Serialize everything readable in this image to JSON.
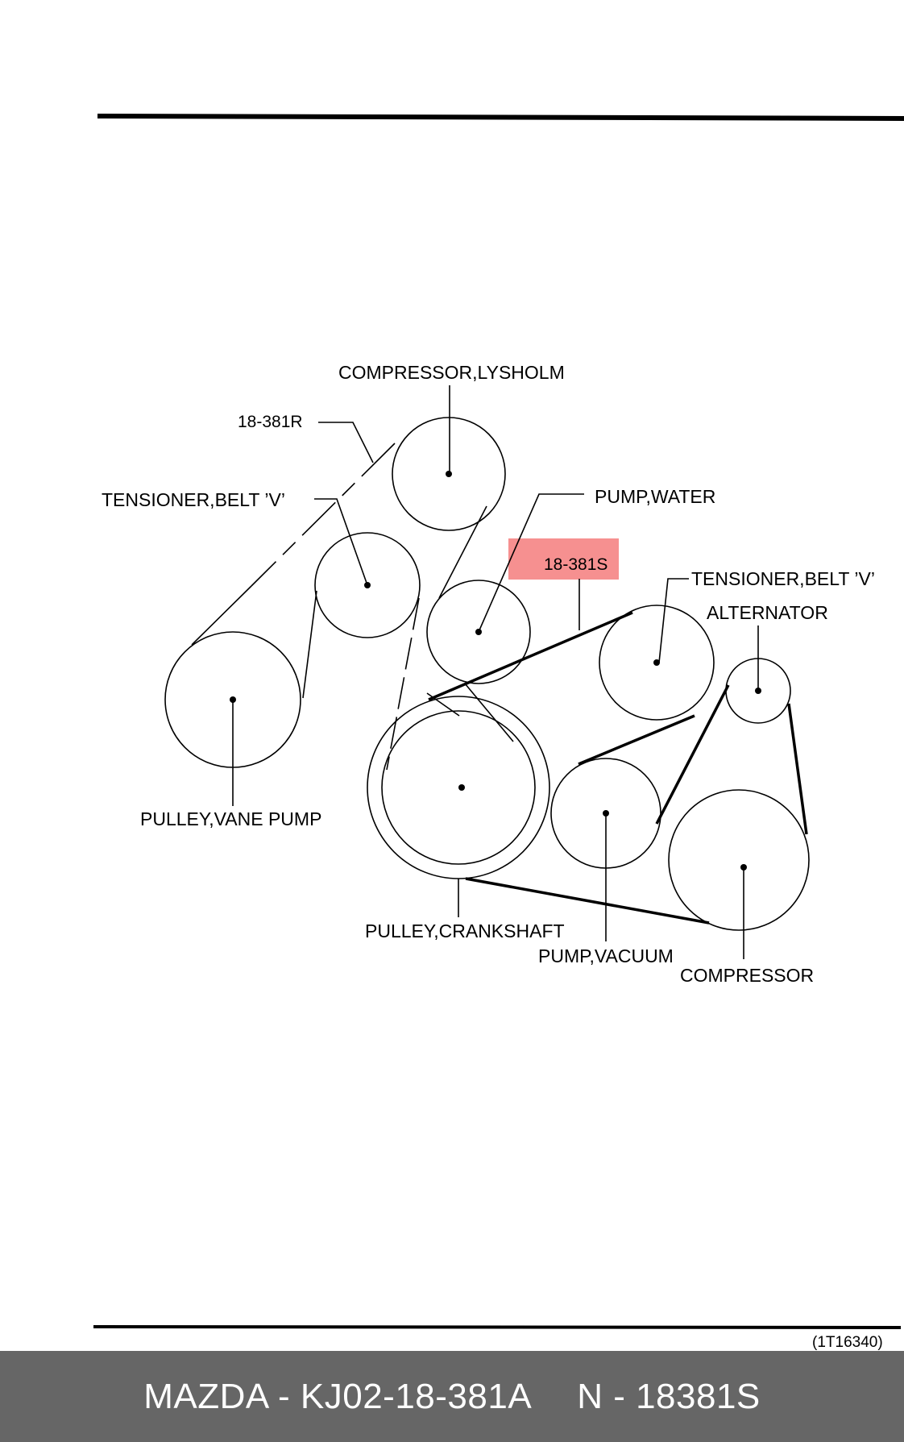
{
  "diagram": {
    "labels": {
      "compressor_lysholm": "COMPRESSOR,LYSHOLM",
      "tensioner_left": "TENSIONER,BELT ’V’",
      "pump_water": "PUMP,WATER",
      "tensioner_right": "TENSIONER,BELT ’V’",
      "alternator": "ALTERNATOR",
      "pulley_vane_pump": "PULLEY,VANE PUMP",
      "pulley_crankshaft": "PULLEY,CRANKSHAFT",
      "pump_vacuum": "PUMP,VACUUM",
      "compressor": "COMPRESSOR"
    },
    "belts": {
      "belt_r": "18-381R",
      "belt_s": "18-381S"
    },
    "highlight_color": "#f47c7c",
    "figure_code": "(1T16340)"
  },
  "footer": {
    "part_left": "MAZDA - KJ02-18-381A",
    "part_right": "N - 18381S",
    "background": "#666666"
  }
}
